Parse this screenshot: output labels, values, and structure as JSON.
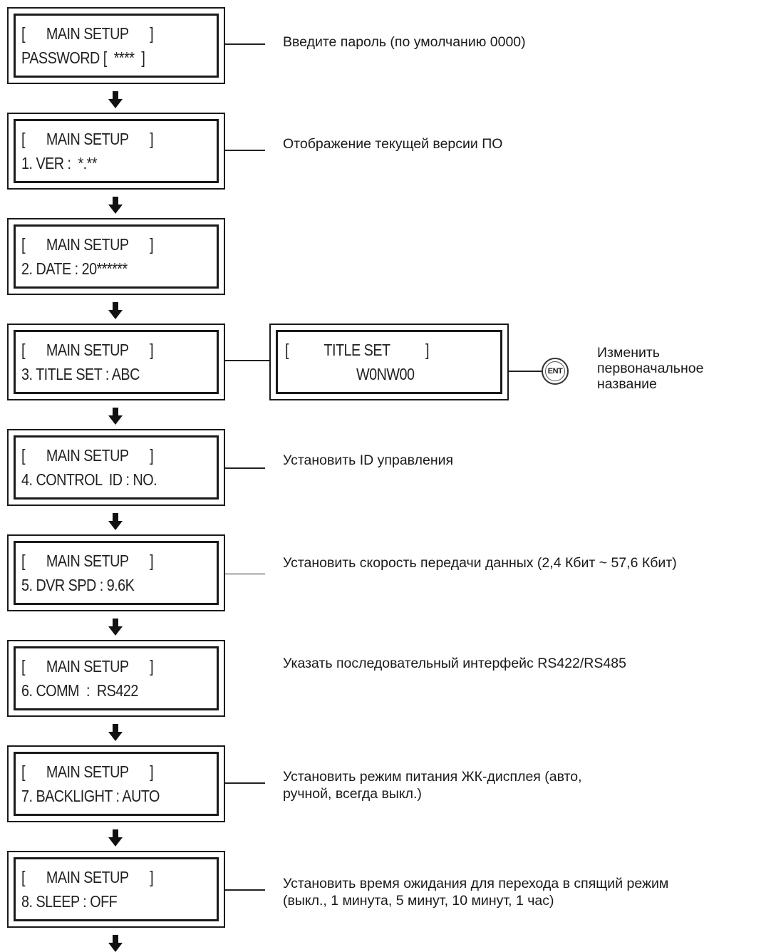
{
  "screens": [
    {
      "line1": "[      MAIN SETUP      ]",
      "line2": "PASSWORD [  ****  ]",
      "description": [
        "Введите пароль (по умолчанию 0000)"
      ]
    },
    {
      "line1": "[      MAIN SETUP      ]",
      "line2": "1. VER :  *.**",
      "description": [
        "Отображение текущей версии ПО"
      ]
    },
    {
      "line1": "[      MAIN SETUP      ]",
      "line2": "2. DATE : 20******",
      "description": []
    },
    {
      "line1": "[      MAIN SETUP      ]",
      "line2": "3. TITLE SET : ABC",
      "description": []
    },
    {
      "line1": "[      MAIN SETUP      ]",
      "line2": "4. CONTROL  ID : NO.",
      "description": [
        "Установить ID управления"
      ]
    },
    {
      "line1": "[      MAIN SETUP      ]",
      "line2": "5. DVR SPD : 9.6K",
      "description": [
        "Установить скорость передачи данных (2,4 Кбит ~ 57,6 Кбит)"
      ]
    },
    {
      "line1": "[      MAIN SETUP      ]",
      "line2": "6. COMM  :  RS422",
      "description": [
        "Указать последовательный интерфейс RS422/RS485"
      ]
    },
    {
      "line1": "[      MAIN SETUP      ]",
      "line2": "7. BACKLIGHT : AUTO",
      "description": [
        "Установить режим питания ЖК-дисплея (авто,",
        "ручной, всегда выкл.)"
      ]
    },
    {
      "line1": "[      MAIN SETUP      ]",
      "line2": "8. SLEEP : OFF",
      "description": [
        "Установить время ожидания для перехода в спящий режим",
        "(выкл., 1 минута, 5 минут, 10 минут, 1 час)"
      ]
    }
  ],
  "title_set_screen": {
    "line1": "[          TITLE SET          ]",
    "line2": "W0NW00"
  },
  "ent_button": {
    "label": "ENT",
    "description": [
      "Изменить",
      "первоначальное",
      "название"
    ]
  },
  "arrow_icon": "down-arrow-icon"
}
